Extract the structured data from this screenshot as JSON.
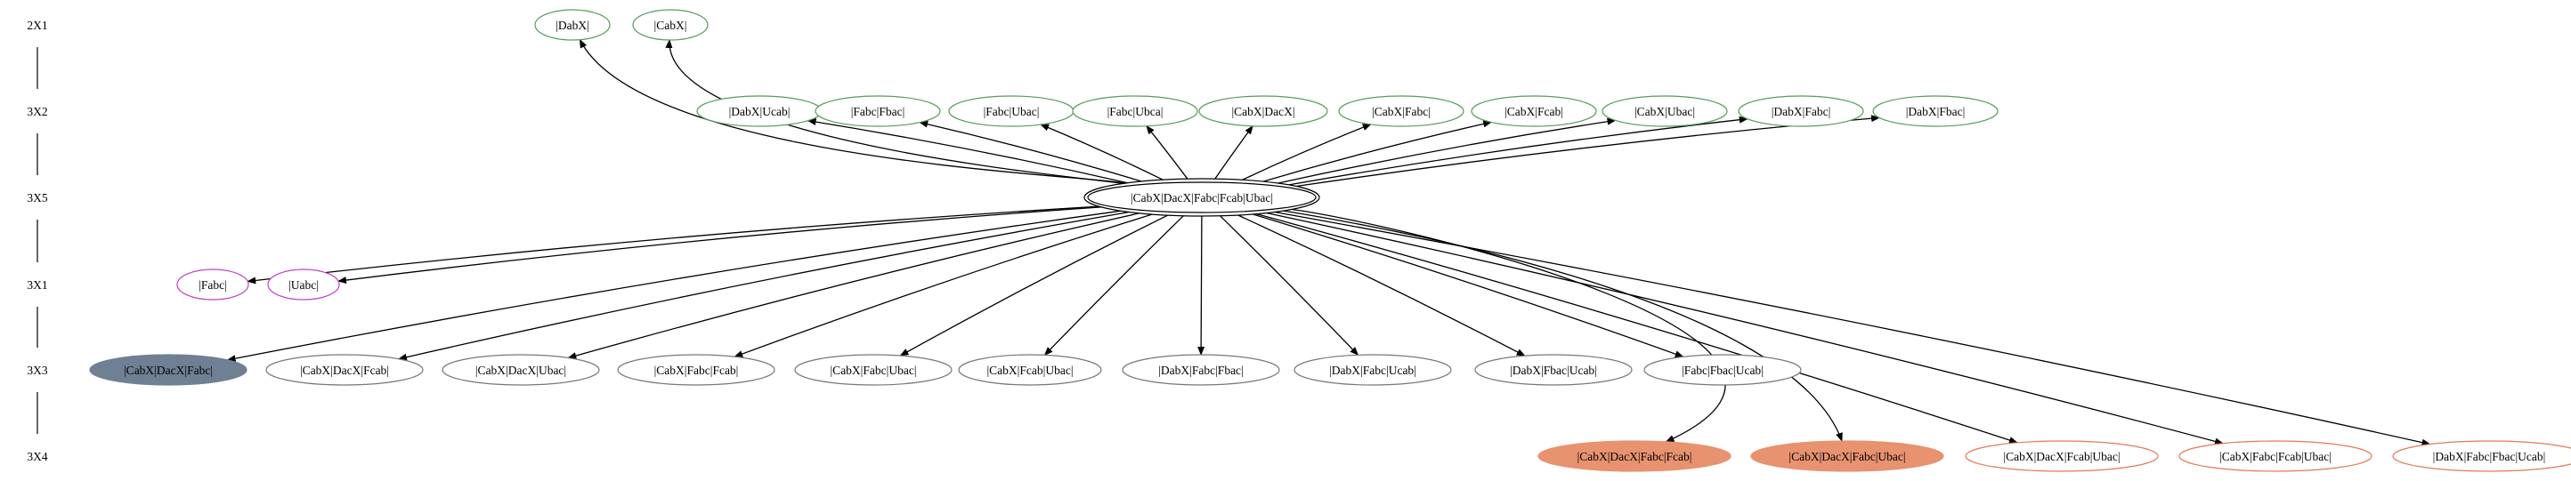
{
  "levels": [
    "2X1",
    "3X2",
    "3X5",
    "3X1",
    "3X3",
    "3X4"
  ],
  "root": "|CabX|DacX|Fabc|Fcab|Ubac|",
  "colors": {
    "green": "#5a9a5a",
    "magenta": "#c040c0",
    "gray": "#777777",
    "slate_fill": "#6f8094",
    "salmon_fill": "#e8926f",
    "salmon_stroke": "#e07a5a",
    "edge": "#000000"
  },
  "nodes": [
    {
      "id": "n0",
      "label": "|DabX|",
      "level": "2X1",
      "style": "green"
    },
    {
      "id": "n1",
      "label": "|CabX|",
      "level": "2X1",
      "style": "green"
    },
    {
      "id": "n2",
      "label": "|DabX|Ucab|",
      "level": "3X2",
      "style": "green"
    },
    {
      "id": "n3",
      "label": "|Fabc|Fbac|",
      "level": "3X2",
      "style": "green"
    },
    {
      "id": "n4",
      "label": "|Fabc|Ubac|",
      "level": "3X2",
      "style": "green"
    },
    {
      "id": "n5",
      "label": "|Fabc|Ubca|",
      "level": "3X2",
      "style": "green"
    },
    {
      "id": "n6",
      "label": "|CabX|DacX|",
      "level": "3X2",
      "style": "green"
    },
    {
      "id": "n7",
      "label": "|CabX|Fabc|",
      "level": "3X2",
      "style": "green"
    },
    {
      "id": "n8",
      "label": "|CabX|Fcab|",
      "level": "3X2",
      "style": "green"
    },
    {
      "id": "n9",
      "label": "|CabX|Ubac|",
      "level": "3X2",
      "style": "green"
    },
    {
      "id": "n10",
      "label": "|DabX|Fabc|",
      "level": "3X2",
      "style": "green"
    },
    {
      "id": "n11",
      "label": "|DabX|Fbac|",
      "level": "3X2",
      "style": "green"
    },
    {
      "id": "n12",
      "label": "|CabX|DacX|Fabc|Fcab|Ubac|",
      "level": "3X5",
      "style": "double"
    },
    {
      "id": "n13",
      "label": "|Fabc|",
      "level": "3X1",
      "style": "magenta"
    },
    {
      "id": "n14",
      "label": "|Uabc|",
      "level": "3X1",
      "style": "magenta"
    },
    {
      "id": "n15",
      "label": "|CabX|DacX|Fabc|",
      "level": "3X3",
      "style": "slate"
    },
    {
      "id": "n16",
      "label": "|CabX|DacX|Fcab|",
      "level": "3X3",
      "style": "gray"
    },
    {
      "id": "n17",
      "label": "|CabX|DacX|Ubac|",
      "level": "3X3",
      "style": "gray"
    },
    {
      "id": "n18",
      "label": "|CabX|Fabc|Fcab|",
      "level": "3X3",
      "style": "gray"
    },
    {
      "id": "n19",
      "label": "|CabX|Fabc|Ubac|",
      "level": "3X3",
      "style": "gray"
    },
    {
      "id": "n20",
      "label": "|CabX|Fcab|Ubac|",
      "level": "3X3",
      "style": "gray"
    },
    {
      "id": "n21",
      "label": "|DabX|Fabc|Fbac|",
      "level": "3X3",
      "style": "gray"
    },
    {
      "id": "n22",
      "label": "|DabX|Fabc|Ucab|",
      "level": "3X3",
      "style": "gray"
    },
    {
      "id": "n23",
      "label": "|DabX|Fbac|Ucab|",
      "level": "3X3",
      "style": "gray"
    },
    {
      "id": "n24",
      "label": "|Fabc|Fbac|Ucab|",
      "level": "3X3",
      "style": "gray"
    },
    {
      "id": "n25",
      "label": "|CabX|DacX|Fabc|Fcab|",
      "level": "3X4",
      "style": "salmon"
    },
    {
      "id": "n26",
      "label": "|CabX|DacX|Fabc|Ubac|",
      "level": "3X4",
      "style": "salmon"
    },
    {
      "id": "n27",
      "label": "|CabX|DacX|Fcab|Ubac|",
      "level": "3X4",
      "style": "salmon-outline"
    },
    {
      "id": "n28",
      "label": "|CabX|Fabc|Fcab|Ubac|",
      "level": "3X4",
      "style": "salmon-outline"
    },
    {
      "id": "n29",
      "label": "|DabX|Fabc|Fbac|Ucab|",
      "level": "3X4",
      "style": "salmon-outline"
    }
  ],
  "edges": [
    {
      "from": "n12",
      "to": "n0"
    },
    {
      "from": "n12",
      "to": "n1"
    },
    {
      "from": "n12",
      "to": "n2"
    },
    {
      "from": "n12",
      "to": "n3"
    },
    {
      "from": "n12",
      "to": "n4"
    },
    {
      "from": "n12",
      "to": "n5"
    },
    {
      "from": "n12",
      "to": "n6"
    },
    {
      "from": "n12",
      "to": "n7"
    },
    {
      "from": "n12",
      "to": "n8"
    },
    {
      "from": "n12",
      "to": "n9"
    },
    {
      "from": "n12",
      "to": "n10"
    },
    {
      "from": "n12",
      "to": "n11"
    },
    {
      "from": "n12",
      "to": "n13"
    },
    {
      "from": "n12",
      "to": "n14"
    },
    {
      "from": "n12",
      "to": "n15"
    },
    {
      "from": "n12",
      "to": "n16"
    },
    {
      "from": "n12",
      "to": "n17"
    },
    {
      "from": "n12",
      "to": "n18"
    },
    {
      "from": "n12",
      "to": "n19"
    },
    {
      "from": "n12",
      "to": "n20"
    },
    {
      "from": "n12",
      "to": "n21"
    },
    {
      "from": "n12",
      "to": "n22"
    },
    {
      "from": "n12",
      "to": "n23"
    },
    {
      "from": "n12",
      "to": "n24"
    },
    {
      "from": "n12",
      "to": "n25"
    },
    {
      "from": "n12",
      "to": "n26"
    },
    {
      "from": "n12",
      "to": "n27"
    },
    {
      "from": "n12",
      "to": "n28"
    },
    {
      "from": "n12",
      "to": "n29"
    }
  ]
}
